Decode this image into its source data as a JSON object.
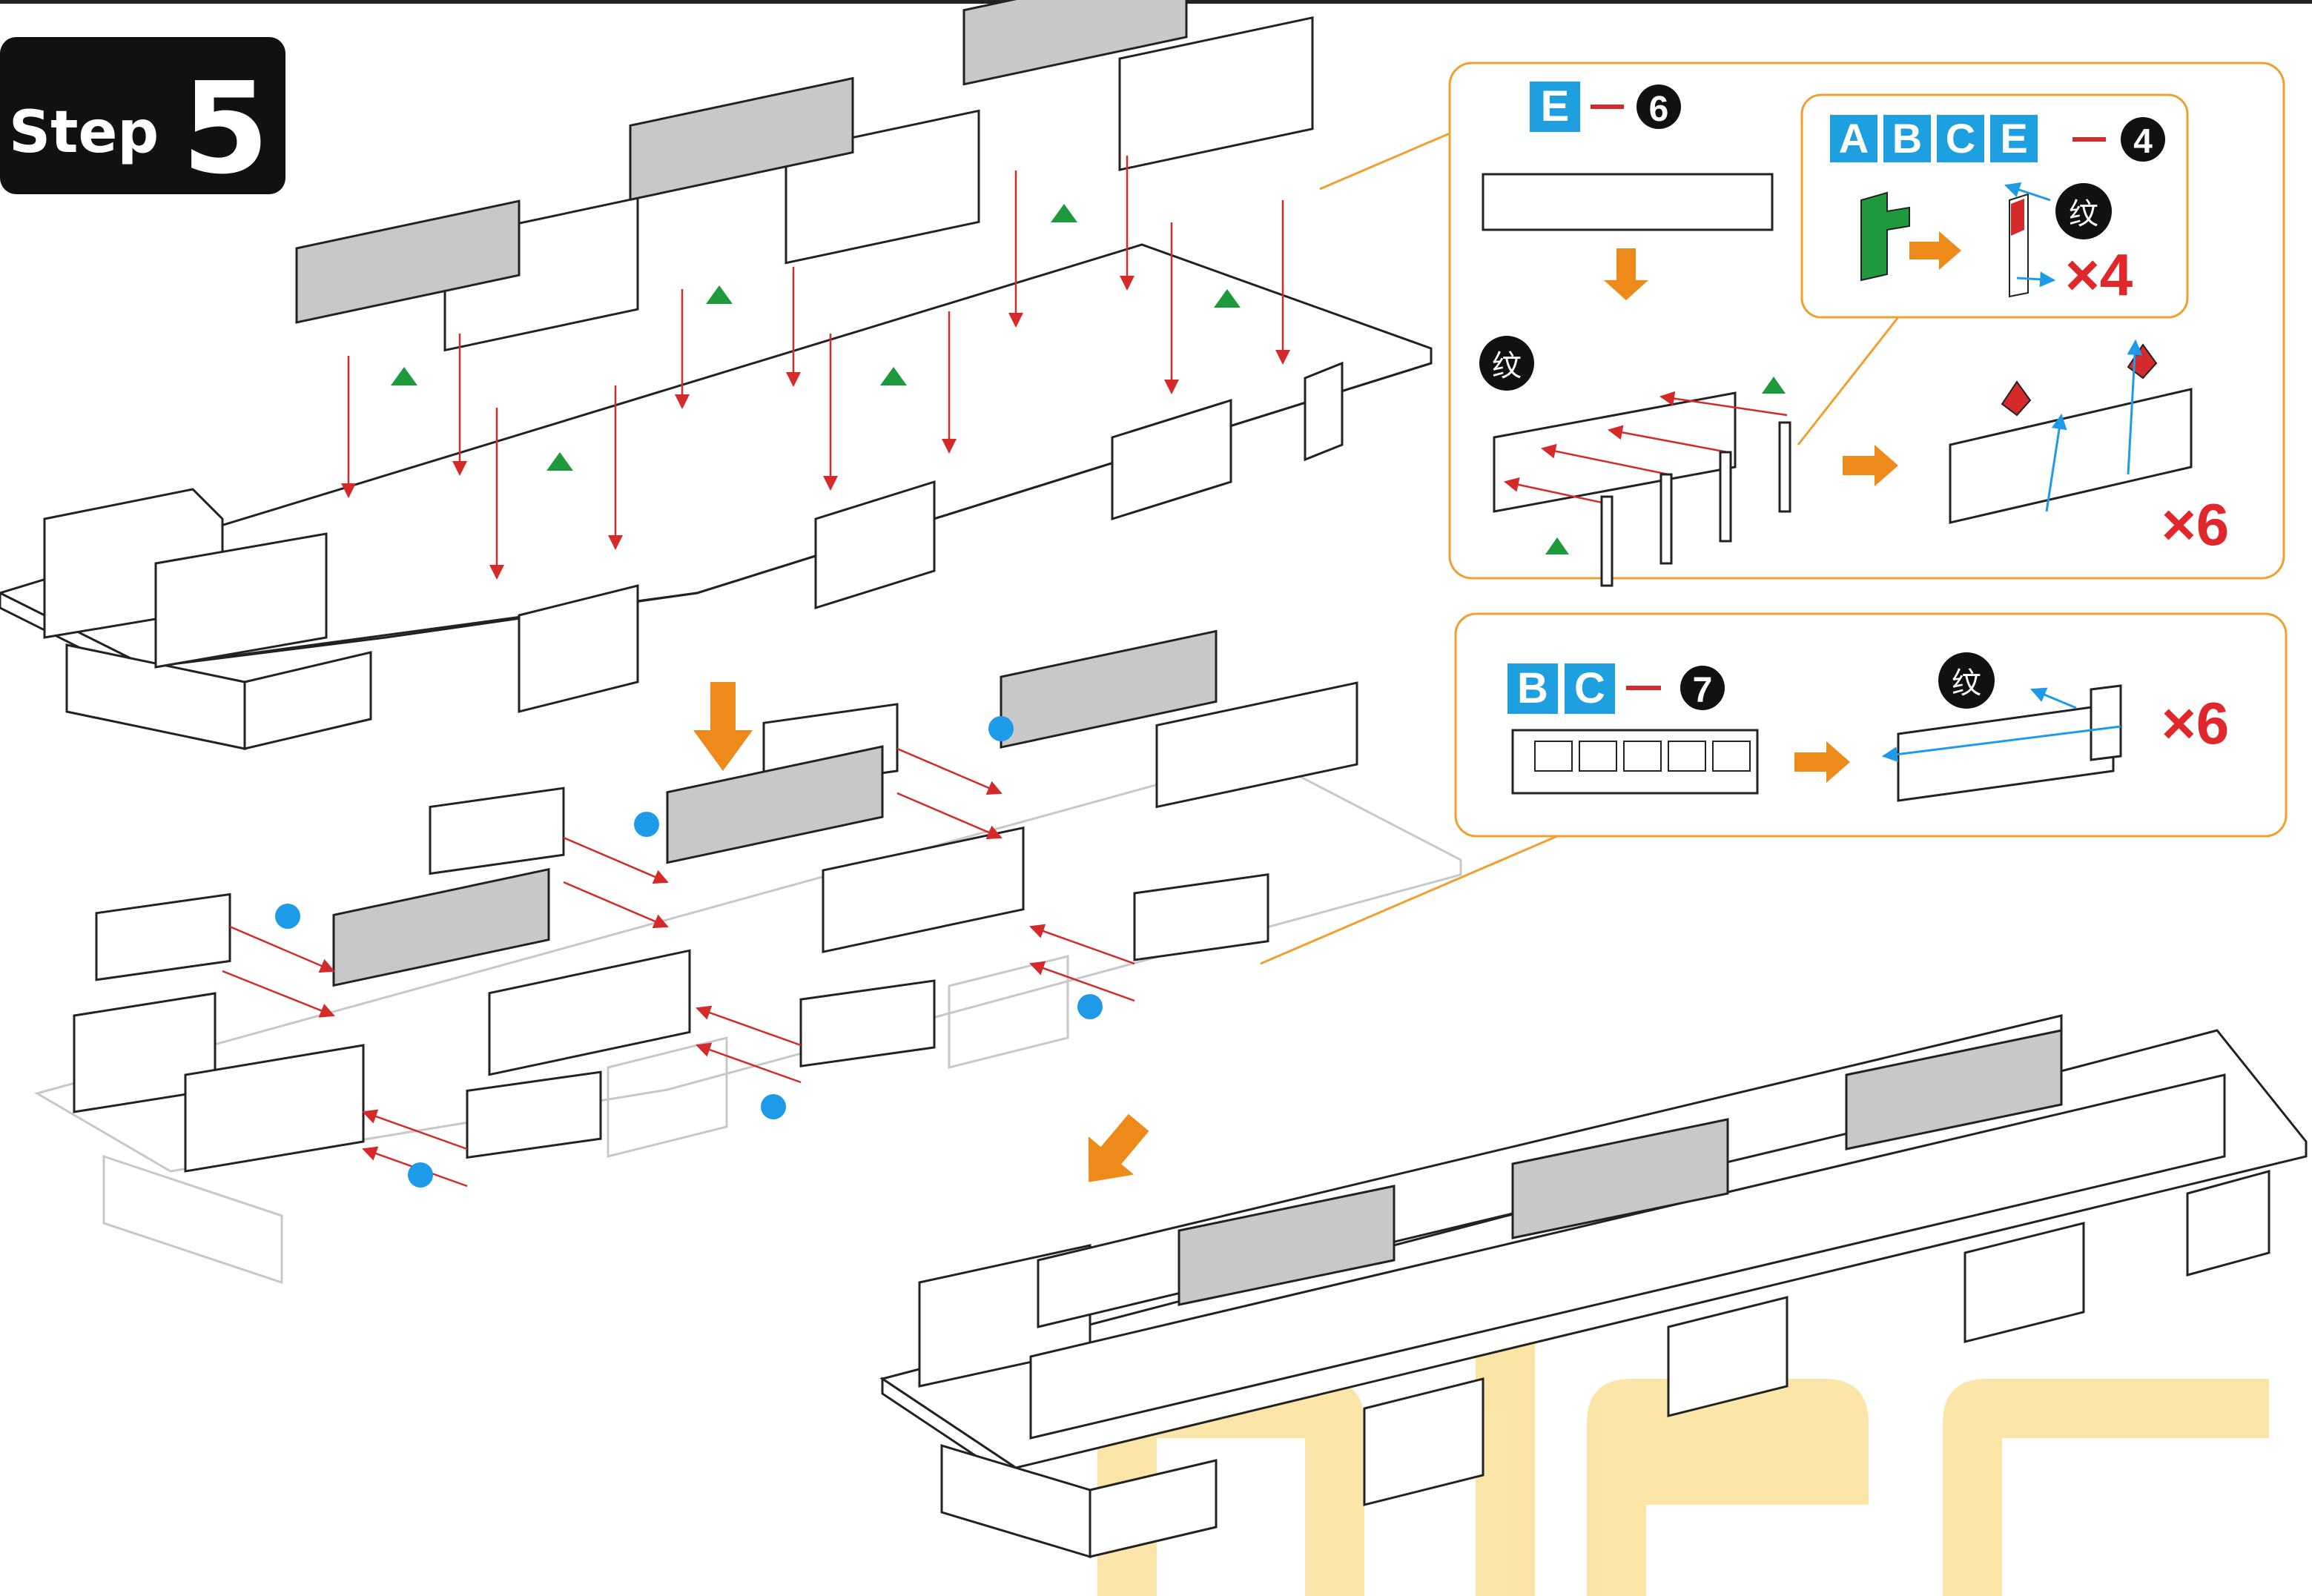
{
  "step": {
    "word": "Step",
    "number": "5"
  },
  "callout_top": {
    "label": "E",
    "number": "6",
    "texture_mark": "纹",
    "quantity": "×6"
  },
  "callout_inset": {
    "labels": [
      "A",
      "B",
      "C",
      "E"
    ],
    "number": "4",
    "texture_mark": "纹",
    "quantity": "×4"
  },
  "callout_bottom": {
    "labels": [
      "B",
      "C"
    ],
    "number": "7",
    "texture_mark": "纹",
    "quantity": "×6"
  },
  "colors": {
    "label_blue": "#1ea0e0",
    "callout_border": "#f0a030",
    "arrow_orange": "#ee8a1a",
    "guide_red": "#d42a2a",
    "marker_green": "#1e9a3c",
    "marker_blue": "#1e9be8",
    "panel_gray": "#c8c8c8",
    "watermark": "#f4c430"
  },
  "icons": {
    "flow_arrow": "orange-arrow-icon",
    "orientation_marker_a": "green-triangle-icon",
    "orientation_marker_b": "blue-dot-icon",
    "texture_badge": "texture-side-badge-icon"
  }
}
